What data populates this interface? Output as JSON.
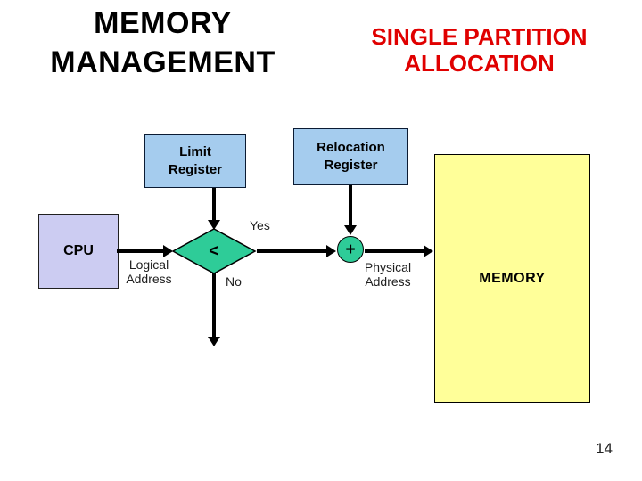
{
  "slide": {
    "title": "MEMORY\nMANAGEMENT",
    "subtitle": "SINGLE PARTITION\nALLOCATION",
    "page_number": "14"
  },
  "diagram": {
    "limit_register_label": "Limit\nRegister",
    "relocation_register_label": "Relocation\nRegister",
    "cpu_label": "CPU",
    "comparator_symbol": "<",
    "adder_symbol": "+",
    "memory_label": "MEMORY",
    "logical_address_label": "Logical\nAddress",
    "physical_address_label": "Physical\nAddress",
    "yes_label": "Yes",
    "no_label": "No"
  },
  "colors": {
    "title_black": "#000000",
    "subtitle_red": "#e00000",
    "register_fill": "#a5ccee",
    "cpu_fill": "#ccccf2",
    "shape_green": "#2ecc98",
    "memory_fill": "#ffff99",
    "arrow_color": "#000000",
    "label_color": "#1f1f1f"
  }
}
